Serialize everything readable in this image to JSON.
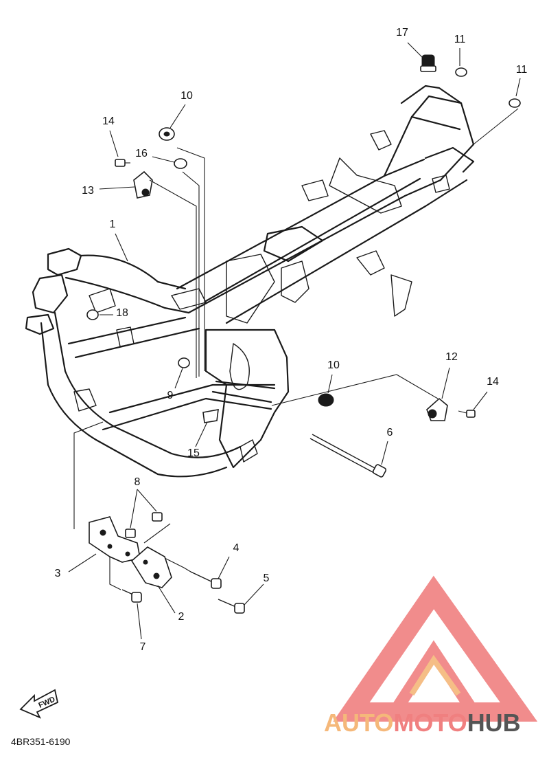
{
  "diagram_code": "4BR351-6190",
  "fwd_label": "FWD",
  "watermark": {
    "auto": "AUTO",
    "moto": "MOTO",
    "hub": "HUB",
    "color_auto": "#f5b87a",
    "color_moto": "#f08080",
    "color_hub": "#555555",
    "logo_color": "#f08080"
  },
  "callouts": [
    "1",
    "2",
    "3",
    "4",
    "5",
    "6",
    "7",
    "8",
    "9",
    "10",
    "10",
    "11",
    "11",
    "12",
    "13",
    "14",
    "14",
    "15",
    "16",
    "17",
    "18"
  ],
  "parts": {
    "frame": "frame-comp-1",
    "engine_bracket_2": "engine-bracket-2",
    "engine_bracket_3": "engine-bracket-3",
    "bolt_4": "bolt-4",
    "bolt_5": "bolt-5",
    "engine_mount_bolt_6": "bolt-6",
    "bolt_7": "bolt-7",
    "nut_8": "nut-8",
    "collar_9": "collar-9",
    "damper_10": "damper-10",
    "damper_11": "damper-11",
    "bracket_12": "bracket-12",
    "bracket_13": "bracket-13",
    "bolt_14": "bolt-14",
    "clamp_15": "clamp-15",
    "collar_16": "collar-16",
    "damper_17": "damper-17",
    "cap_18": "cap-18"
  }
}
